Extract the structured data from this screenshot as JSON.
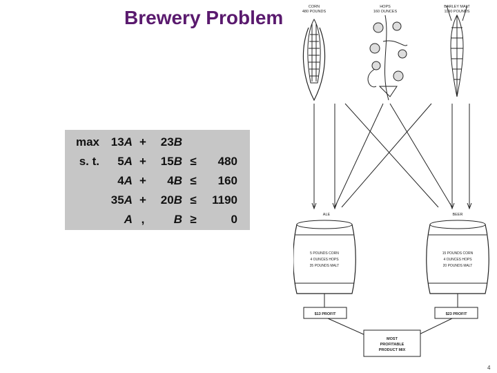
{
  "title": "Brewery Problem",
  "lp": {
    "rows": [
      {
        "label": "max",
        "a": "13",
        "op1": "+",
        "b": "23",
        "rel": "",
        "rhs": ""
      },
      {
        "label": "s. t.",
        "a": "5",
        "op1": "+",
        "b": "15",
        "rel": "≤",
        "rhs": "480"
      },
      {
        "label": "",
        "a": "4",
        "op1": "+",
        "b": "4",
        "rel": "≤",
        "rhs": "160"
      },
      {
        "label": "",
        "a": "35",
        "op1": "+",
        "b": "20",
        "rel": "≤",
        "rhs": "1190"
      },
      {
        "label": "",
        "a": "",
        "op1": ",",
        "b": "",
        "rel": "≥",
        "rhs": "0"
      }
    ],
    "var_a": "A",
    "var_b": "B"
  },
  "diagram": {
    "resources": [
      {
        "name": "CORN",
        "amount": "480 POUNDS"
      },
      {
        "name": "HOPS",
        "amount": "160 OUNCES"
      },
      {
        "name": "BARLEY MALT",
        "amount": "1190 POUNDS"
      }
    ],
    "products": [
      {
        "name": "ALE",
        "lines": [
          "5 POUNDS CORN",
          "4 OUNCES HOPS",
          "35 POUNDS MALT"
        ],
        "profit": "$13 PROFIT"
      },
      {
        "name": "BEER",
        "lines": [
          "15 POUNDS CORN",
          "4 OUNCES HOPS",
          "20 POUNDS MALT"
        ],
        "profit": "$23 PROFIT"
      }
    ],
    "result": [
      "MOST",
      "PROFITABLE",
      "PRODUCT MIX"
    ]
  },
  "page_number": "4"
}
